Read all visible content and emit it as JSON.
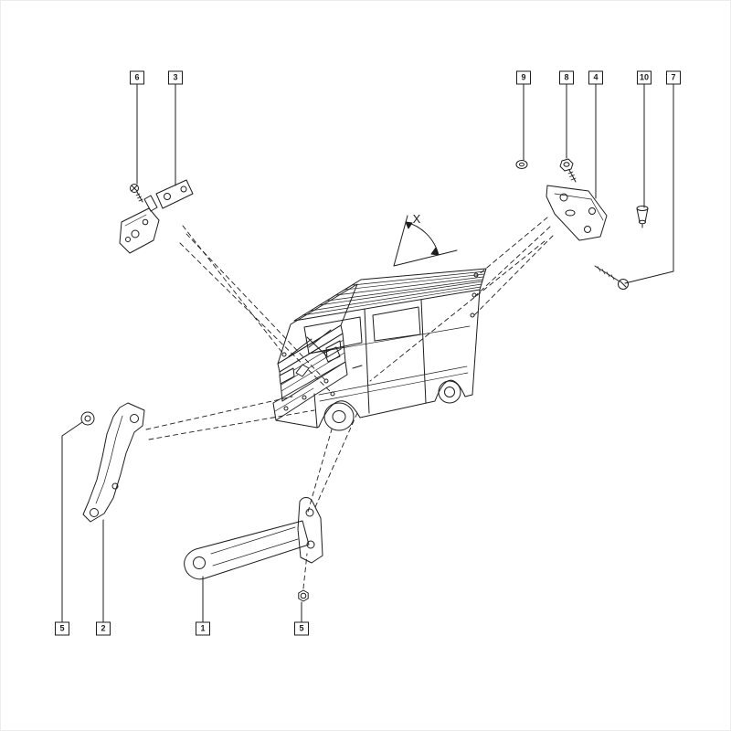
{
  "diagram": {
    "background_color": "#ffffff",
    "line_color": "#1d1d1d",
    "dimension_label": "X",
    "callouts": [
      {
        "label": "6"
      },
      {
        "label": "3"
      },
      {
        "label": "9"
      },
      {
        "label": "8"
      },
      {
        "label": "4"
      },
      {
        "label": "10"
      },
      {
        "label": "7"
      },
      {
        "label": "5"
      },
      {
        "label": "2"
      },
      {
        "label": "1"
      },
      {
        "label": "5"
      }
    ]
  }
}
